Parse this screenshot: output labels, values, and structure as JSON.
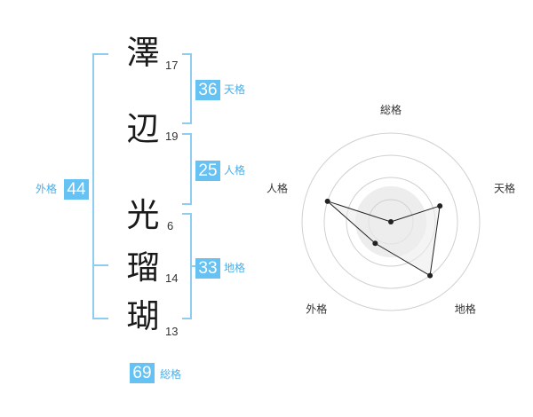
{
  "name_chars": [
    {
      "char": "澤",
      "strokes": "17"
    },
    {
      "char": "辺",
      "strokes": "19"
    },
    {
      "char": "光",
      "strokes": "6"
    },
    {
      "char": "瑠",
      "strokes": "14"
    },
    {
      "char": "瑚",
      "strokes": "13"
    }
  ],
  "kaku": {
    "tenkaku": {
      "value": "36",
      "label": "天格"
    },
    "jinkaku": {
      "value": "25",
      "label": "人格"
    },
    "chikaku": {
      "value": "33",
      "label": "地格"
    },
    "gaikaku": {
      "value": "44",
      "label": "外格"
    },
    "soukaku": {
      "value": "69",
      "label": "総格"
    }
  },
  "radar": {
    "axes": [
      "総格",
      "天格",
      "地格",
      "外格",
      "人格"
    ],
    "scores": [
      0.0,
      0.58,
      0.75,
      0.3,
      0.75
    ],
    "ring_count": 4,
    "colors": {
      "fill": "#ededed",
      "rings": "#d0d0d0",
      "line": "#222222",
      "center": "#bbbbbb"
    }
  },
  "colors": {
    "accent": "#66c2f2",
    "bracket": "#8ecdf0",
    "label": "#4aaee8"
  }
}
